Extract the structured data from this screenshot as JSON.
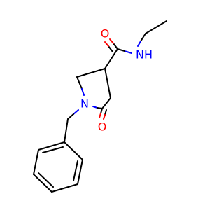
{
  "molecule": {
    "atoms": {
      "o_amide": "O",
      "nh_amide": "NH",
      "n_ring": "N",
      "o_lactam": "O"
    },
    "colors": {
      "carbon_bond": "#000000",
      "oxygen": "#ff0000",
      "nitrogen": "#0000ff",
      "background": "#ffffff"
    }
  }
}
